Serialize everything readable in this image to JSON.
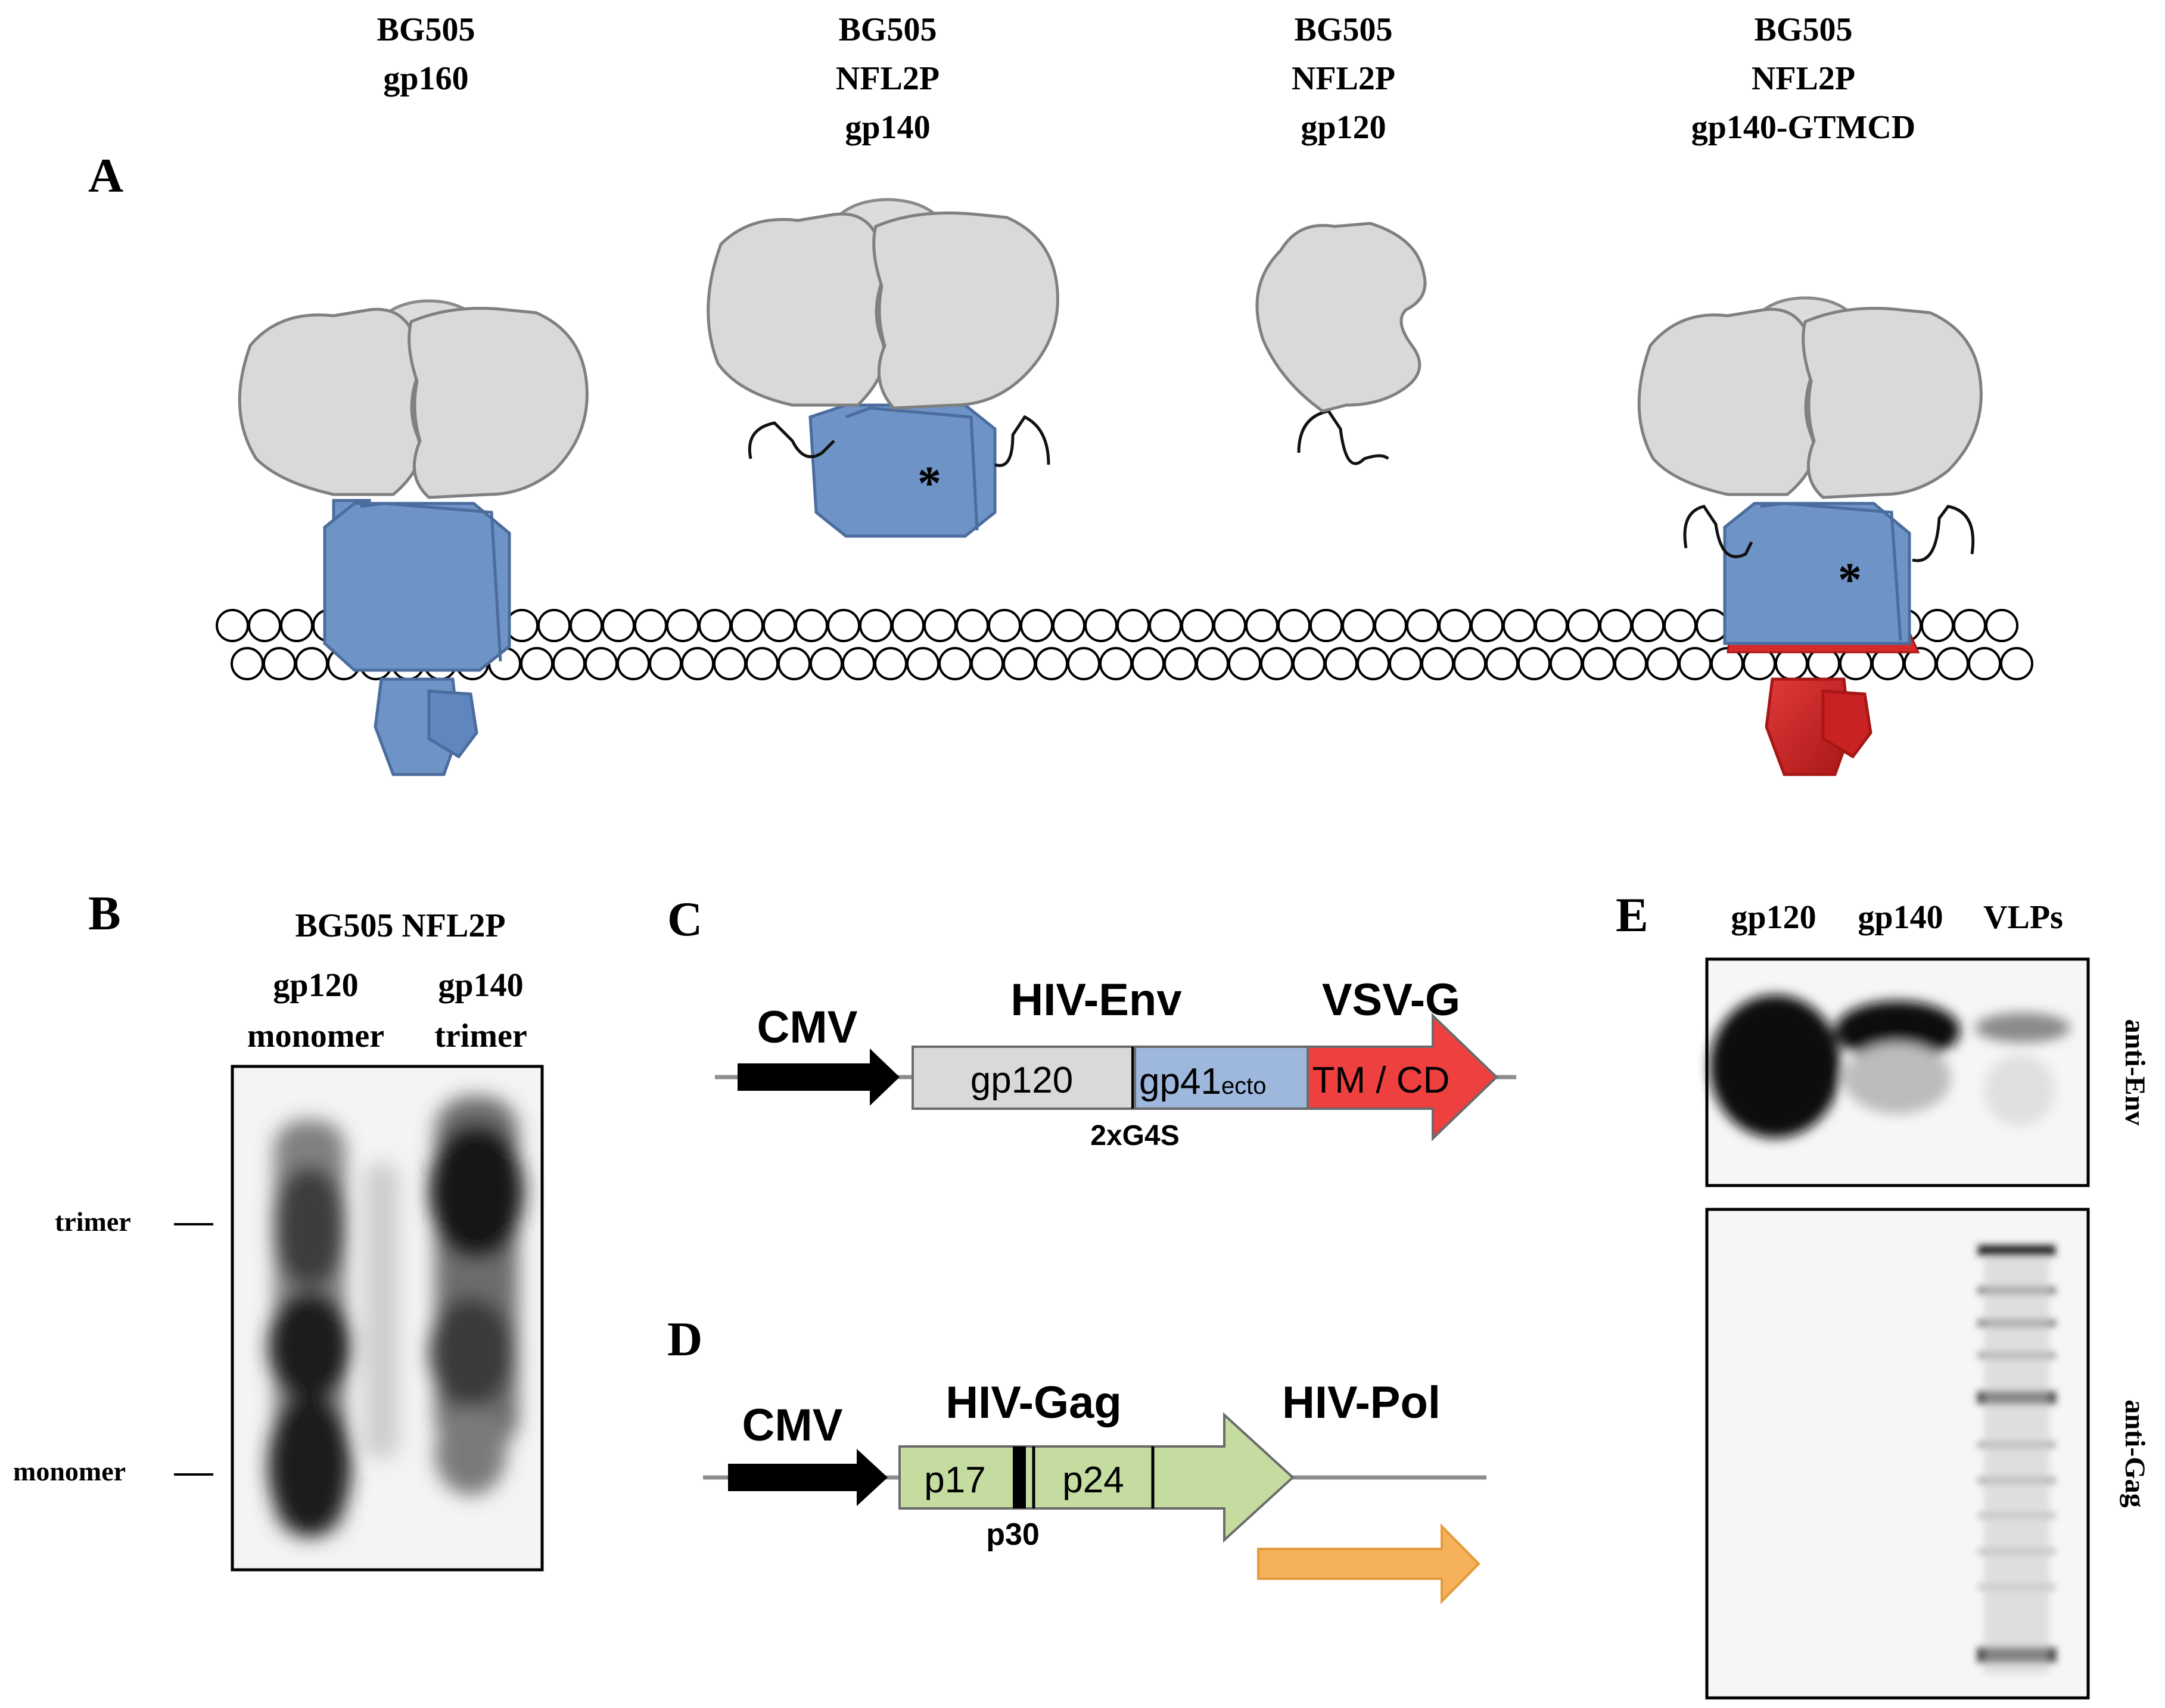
{
  "panel_letters": {
    "a": "A",
    "b": "B",
    "c": "C",
    "d": "D",
    "e": "E"
  },
  "panel_a": {
    "constructs": [
      {
        "lines": [
          "BG505",
          "gp160"
        ]
      },
      {
        "lines": [
          "BG505",
          "NFL2P",
          "gp140"
        ]
      },
      {
        "lines": [
          "BG505",
          "NFL2P",
          "gp120"
        ]
      },
      {
        "lines": [
          "BG505",
          "NFL2P",
          "gp140-GTMCD"
        ]
      }
    ],
    "asterisk": "*",
    "colors": {
      "gp120": "#d9d9d9",
      "gp41": "#6e93c6",
      "tmcd": "#d62b2b",
      "outline": "#7f7f7f"
    }
  },
  "panel_b": {
    "title": "BG505 NFL2P",
    "lanes": [
      {
        "line1": "gp120",
        "line2": "monomer"
      },
      {
        "line1": "gp140",
        "line2": "trimer"
      }
    ],
    "markers": {
      "trimer": "trimer",
      "monomer": "monomer"
    }
  },
  "panel_c": {
    "promoter": "CMV",
    "env_label": "HIV-Env",
    "vsvg_label": "VSV-G",
    "seg_gp120": "gp120",
    "seg_gp41": "gp41",
    "seg_gp41_sub": "ecto",
    "seg_tmcd": "TM / CD",
    "linker": "2xG4S",
    "colors": {
      "gp120": "#d9d9d9",
      "gp41": "#9db7dd",
      "tmcd": "#ef4040"
    }
  },
  "panel_d": {
    "promoter": "CMV",
    "gag_label": "HIV-Gag",
    "pol_label": "HIV-Pol",
    "seg_p17": "p17",
    "seg_p24": "p24",
    "under": "p30",
    "colors": {
      "gag": "#c5dca0",
      "pol": "#f6b25a"
    }
  },
  "panel_e": {
    "lanes": [
      "gp120",
      "gp140",
      "VLPs"
    ],
    "blot_top": "anti-Env",
    "blot_bottom": "anti-Gag"
  }
}
